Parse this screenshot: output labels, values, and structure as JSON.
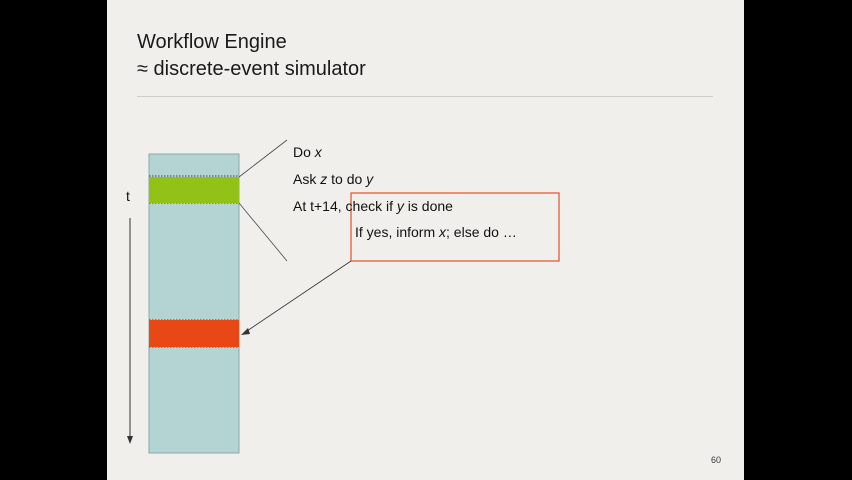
{
  "slide": {
    "title_line1": "Workflow Engine",
    "title_line2": "≈ discrete-event simulator",
    "page_number": "60"
  },
  "timeline": {
    "axis_label": "t",
    "colors": {
      "column": "#b4d4d4",
      "active_slot": "#92c216",
      "future_slot": "#e84716",
      "callout_border": "#e2502a",
      "connector": "#4a4a4a"
    }
  },
  "steps": {
    "do_prefix": "Do ",
    "do_var": "x",
    "ask_prefix": "Ask ",
    "ask_var_z": "z",
    "ask_middle": " to do ",
    "ask_var_y": "y",
    "check_prefix": "At t+14, check if ",
    "check_var": "y",
    "check_suffix": " is done",
    "result_prefix": "If yes, inform ",
    "result_var": "x",
    "result_suffix": "; else do …"
  }
}
